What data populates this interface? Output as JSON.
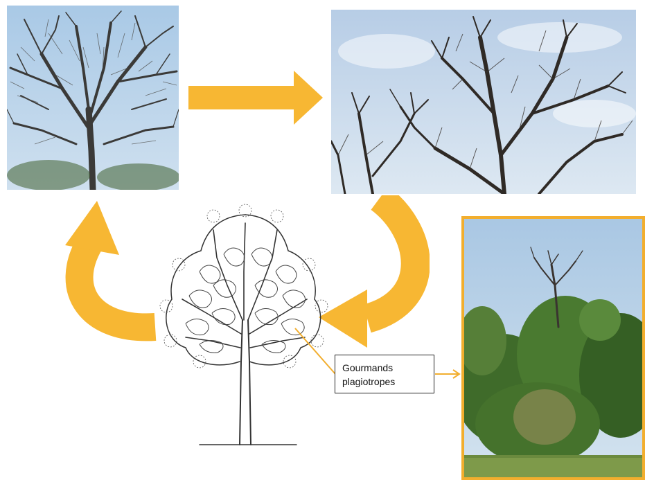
{
  "callout": {
    "line1": "Gourmands",
    "line2": "plagiotropes"
  },
  "colors": {
    "arrow": "#f7b733",
    "frame": "#f2ae2e",
    "sky": "#c9dcef",
    "branches": "#3a3530",
    "foliage": "#3f6b2a",
    "field": "#7e9a4a",
    "line_art": "#333333"
  },
  "images": [
    {
      "name": "bare-tree-crown-photo",
      "subject": "bare tree crown against sky"
    },
    {
      "name": "dieback-crown-photo",
      "subject": "declining crown with dead branch tips"
    },
    {
      "name": "tree-diagram",
      "subject": "line drawing of tree with epicormic shoots"
    },
    {
      "name": "recovered-tree-photo",
      "subject": "tree with green foliage and dead top above field"
    }
  ]
}
